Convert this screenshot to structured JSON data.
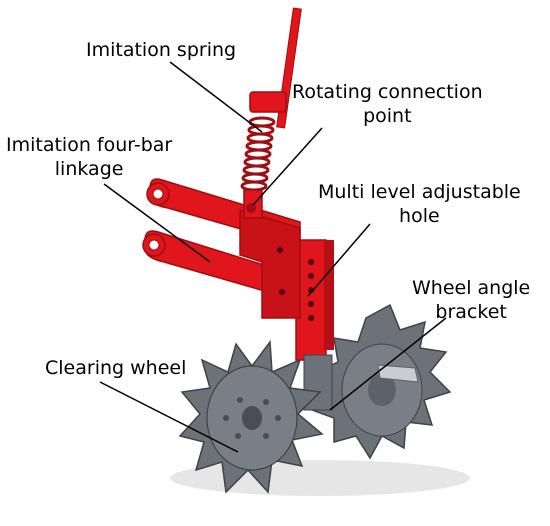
{
  "labels": {
    "imitation_spring": "Imitation spring",
    "rotating_connection_point": [
      "Rotating connection",
      "point"
    ],
    "imitation_four_bar_linkage": [
      "Imitation four-bar",
      "linkage"
    ],
    "multi_level_adjustable_hole": [
      "Multi level adjustable",
      "hole"
    ],
    "wheel_angle_bracket": [
      "Wheel angle",
      "bracket"
    ],
    "clearing_wheel": "Clearing wheel"
  },
  "colors": {
    "frame_red": "#e0161c",
    "frame_dark_red": "#9e0e12",
    "wheel_grey": "#6d7178",
    "wheel_dark": "#4a4e54",
    "leader_line": "#000000",
    "background": "#ffffff"
  }
}
